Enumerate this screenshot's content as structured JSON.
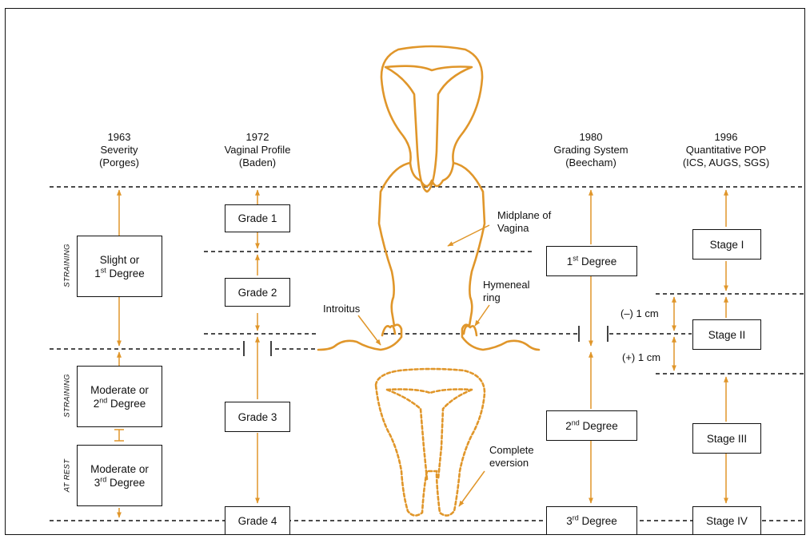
{
  "columns": [
    {
      "year": "1963",
      "name": "Severity",
      "author": "(Porges)"
    },
    {
      "year": "1972",
      "name": "Vaginal Profile",
      "author": "(Baden)"
    },
    {
      "year": "1980",
      "name": "Grading System",
      "author": "(Beecham)"
    },
    {
      "year": "1996",
      "name": "Quantitative POP",
      "author": "(ICS, AUGS, SGS)"
    }
  ],
  "porges": {
    "box1": {
      "line1": "Slight or",
      "ord": "1",
      "sup": "st",
      "rest": " Degree"
    },
    "box2": {
      "line1": "Moderate or",
      "ord": "2",
      "sup": "nd",
      "rest": " Degree"
    },
    "box3": {
      "line1": "Moderate or",
      "ord": "3",
      "sup": "rd",
      "rest": " Degree"
    },
    "side_labels": [
      "STRAINING",
      "STRAINING",
      "AT REST"
    ]
  },
  "baden": {
    "grades": [
      "Grade 1",
      "Grade 2",
      "Grade 3",
      "Grade 4"
    ]
  },
  "beecham": {
    "d1": {
      "ord": "1",
      "sup": "st",
      "rest": " Degree"
    },
    "d2": {
      "ord": "2",
      "sup": "nd",
      "rest": " Degree"
    },
    "d3": {
      "ord": "3",
      "sup": "rd",
      "rest": " Degree"
    }
  },
  "pop": {
    "stages": [
      "Stage I",
      "Stage II",
      "Stage III",
      "Stage IV"
    ],
    "minus": "(–) 1 cm",
    "plus": "(+) 1 cm"
  },
  "annotations": {
    "midplane": [
      "Midplane of",
      "Vagina"
    ],
    "hymeneal": [
      "Hymeneal",
      "ring"
    ],
    "introitus": "Introitus",
    "eversion": [
      "Complete",
      "eversion"
    ]
  },
  "colors": {
    "accent": "#e0962a",
    "line": "#111111"
  }
}
